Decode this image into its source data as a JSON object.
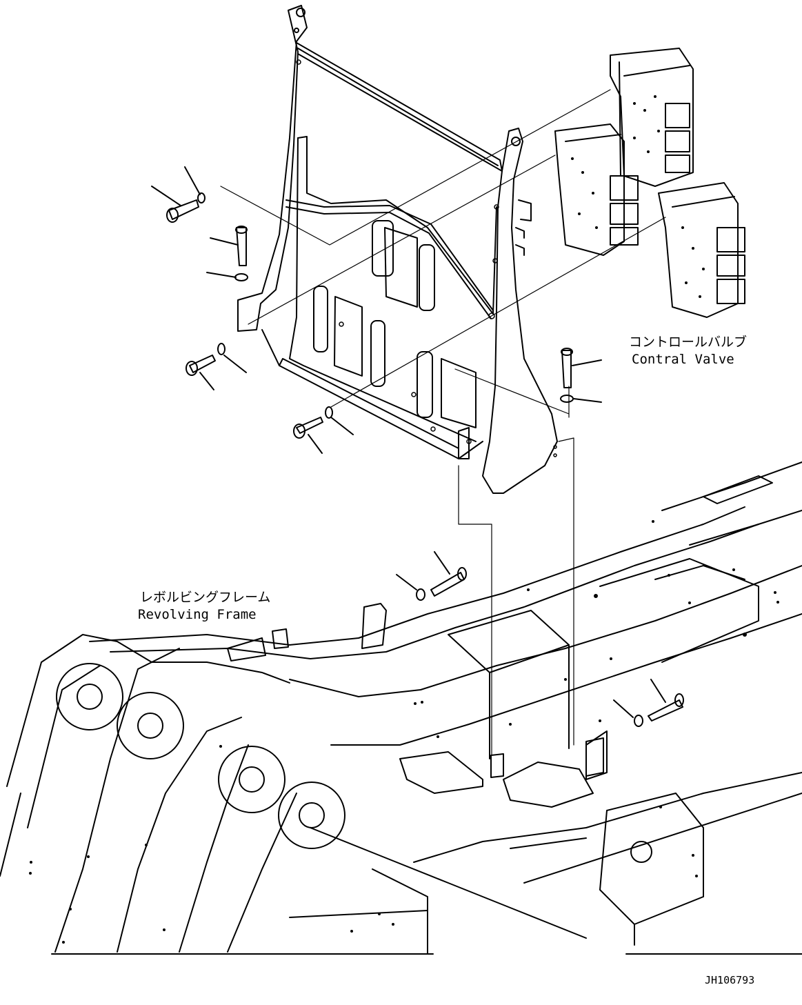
{
  "labels": {
    "control_valve_jp": "コントロールバルブ",
    "control_valve_en": "Contral Valve",
    "revolving_frame_jp": "レボルビングフレーム",
    "revolving_frame_en": "Revolving Frame",
    "drawing_number": "JH106793"
  },
  "colors": {
    "line": "#000000",
    "background": "#ffffff"
  }
}
